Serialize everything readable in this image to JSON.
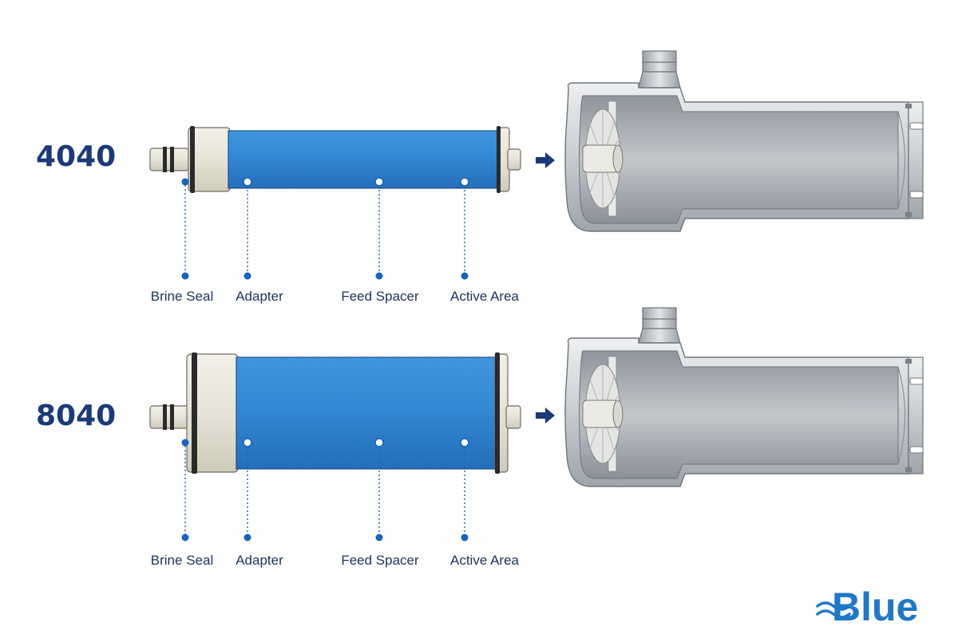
{
  "models": [
    {
      "id": "4040",
      "label": "4040",
      "callouts": [
        {
          "name": "brine-seal",
          "label": "Brine Seal"
        },
        {
          "name": "adapter",
          "label": "Adapter"
        },
        {
          "name": "feed-spacer",
          "label": "Feed Spacer"
        },
        {
          "name": "active-area",
          "label": "Active Area"
        }
      ]
    },
    {
      "id": "8040",
      "label": "8040",
      "callouts": [
        {
          "name": "brine-seal",
          "label": "Brine Seal"
        },
        {
          "name": "adapter",
          "label": "Adapter"
        },
        {
          "name": "feed-spacer",
          "label": "Feed Spacer"
        },
        {
          "name": "active-area",
          "label": "Active Area"
        }
      ]
    }
  ],
  "logo": {
    "text": "Blue"
  },
  "colors": {
    "membrane": "#2f86d4",
    "membrane_dark": "#1f6ab8",
    "end_cap": "#e9e6da",
    "callout": "#1565c0",
    "label": "#1b3a78",
    "housing": "#c9cdd2"
  },
  "icons": {
    "arrow": "arrow-right-icon",
    "logo_waves": "wave-icon"
  }
}
